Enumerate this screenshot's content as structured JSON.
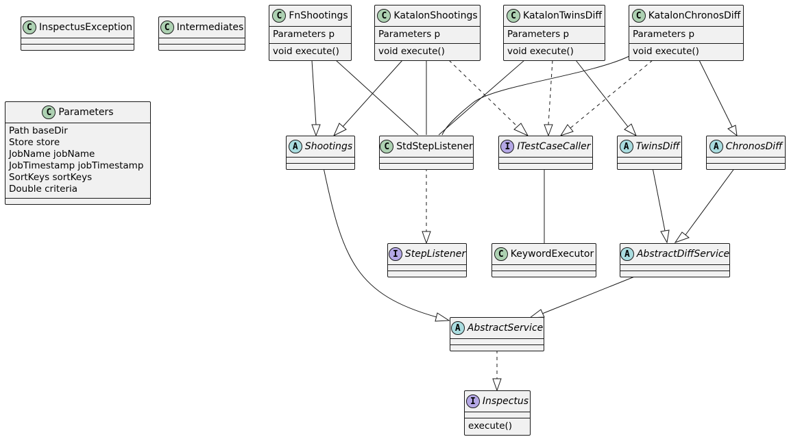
{
  "classes": {
    "inspectus_exception": {
      "name": "InspectusException",
      "stereotype": "C"
    },
    "intermediates": {
      "name": "Intermediates",
      "stereotype": "C"
    },
    "parameters": {
      "name": "Parameters",
      "stereotype": "C",
      "fields": [
        "Path baseDir",
        "Store store",
        "JobName jobName",
        "JobTimestamp jobTimestamp",
        "SortKeys sortKeys",
        "Double criteria"
      ]
    },
    "fn_shootings": {
      "name": "FnShootings",
      "stereotype": "C",
      "field": "Parameters p",
      "method": "void execute()"
    },
    "katalon_shootings": {
      "name": "KatalonShootings",
      "stereotype": "C",
      "field": "Parameters p",
      "method": "void execute()"
    },
    "katalon_twins_diff": {
      "name": "KatalonTwinsDiff",
      "stereotype": "C",
      "field": "Parameters p",
      "method": "void execute()"
    },
    "katalon_chronos_diff": {
      "name": "KatalonChronosDiff",
      "stereotype": "C",
      "field": "Parameters p",
      "method": "void execute()"
    },
    "shootings": {
      "name": "Shootings",
      "stereotype": "A"
    },
    "std_step_listener": {
      "name": "StdStepListener",
      "stereotype": "C"
    },
    "itest_case_caller": {
      "name": "ITestCaseCaller",
      "stereotype": "I"
    },
    "twins_diff": {
      "name": "TwinsDiff",
      "stereotype": "A"
    },
    "chronos_diff": {
      "name": "ChronosDiff",
      "stereotype": "A"
    },
    "step_listener": {
      "name": "StepListener",
      "stereotype": "I"
    },
    "keyword_executor": {
      "name": "KeywordExecutor",
      "stereotype": "C"
    },
    "abstract_diff_service": {
      "name": "AbstractDiffService",
      "stereotype": "A"
    },
    "abstract_service": {
      "name": "AbstractService",
      "stereotype": "A"
    },
    "inspectus": {
      "name": "Inspectus",
      "stereotype": "I",
      "method": "execute()"
    }
  },
  "relations": [
    {
      "from": "FnShootings",
      "to": "Shootings",
      "kind": "extends"
    },
    {
      "from": "FnShootings",
      "to": "StdStepListener",
      "kind": "association"
    },
    {
      "from": "KatalonShootings",
      "to": "Shootings",
      "kind": "extends"
    },
    {
      "from": "KatalonShootings",
      "to": "StdStepListener",
      "kind": "association"
    },
    {
      "from": "KatalonShootings",
      "to": "ITestCaseCaller",
      "kind": "implements"
    },
    {
      "from": "KatalonTwinsDiff",
      "to": "StdStepListener",
      "kind": "association"
    },
    {
      "from": "KatalonTwinsDiff",
      "to": "ITestCaseCaller",
      "kind": "implements"
    },
    {
      "from": "KatalonTwinsDiff",
      "to": "TwinsDiff",
      "kind": "extends"
    },
    {
      "from": "KatalonChronosDiff",
      "to": "StdStepListener",
      "kind": "association"
    },
    {
      "from": "KatalonChronosDiff",
      "to": "ITestCaseCaller",
      "kind": "implements"
    },
    {
      "from": "KatalonChronosDiff",
      "to": "ChronosDiff",
      "kind": "extends"
    },
    {
      "from": "StdStepListener",
      "to": "StepListener",
      "kind": "implements"
    },
    {
      "from": "ITestCaseCaller",
      "to": "KeywordExecutor",
      "kind": "association"
    },
    {
      "from": "TwinsDiff",
      "to": "AbstractDiffService",
      "kind": "extends"
    },
    {
      "from": "ChronosDiff",
      "to": "AbstractDiffService",
      "kind": "extends"
    },
    {
      "from": "Shootings",
      "to": "AbstractService",
      "kind": "extends"
    },
    {
      "from": "AbstractDiffService",
      "to": "AbstractService",
      "kind": "extends"
    },
    {
      "from": "AbstractService",
      "to": "Inspectus",
      "kind": "implements"
    }
  ],
  "colors": {
    "class_badge": "#add1b2",
    "abstract_badge": "#a9dcdf",
    "interface_badge": "#b4a7e5",
    "box_fill": "#f1f1f1",
    "line": "#181818"
  }
}
